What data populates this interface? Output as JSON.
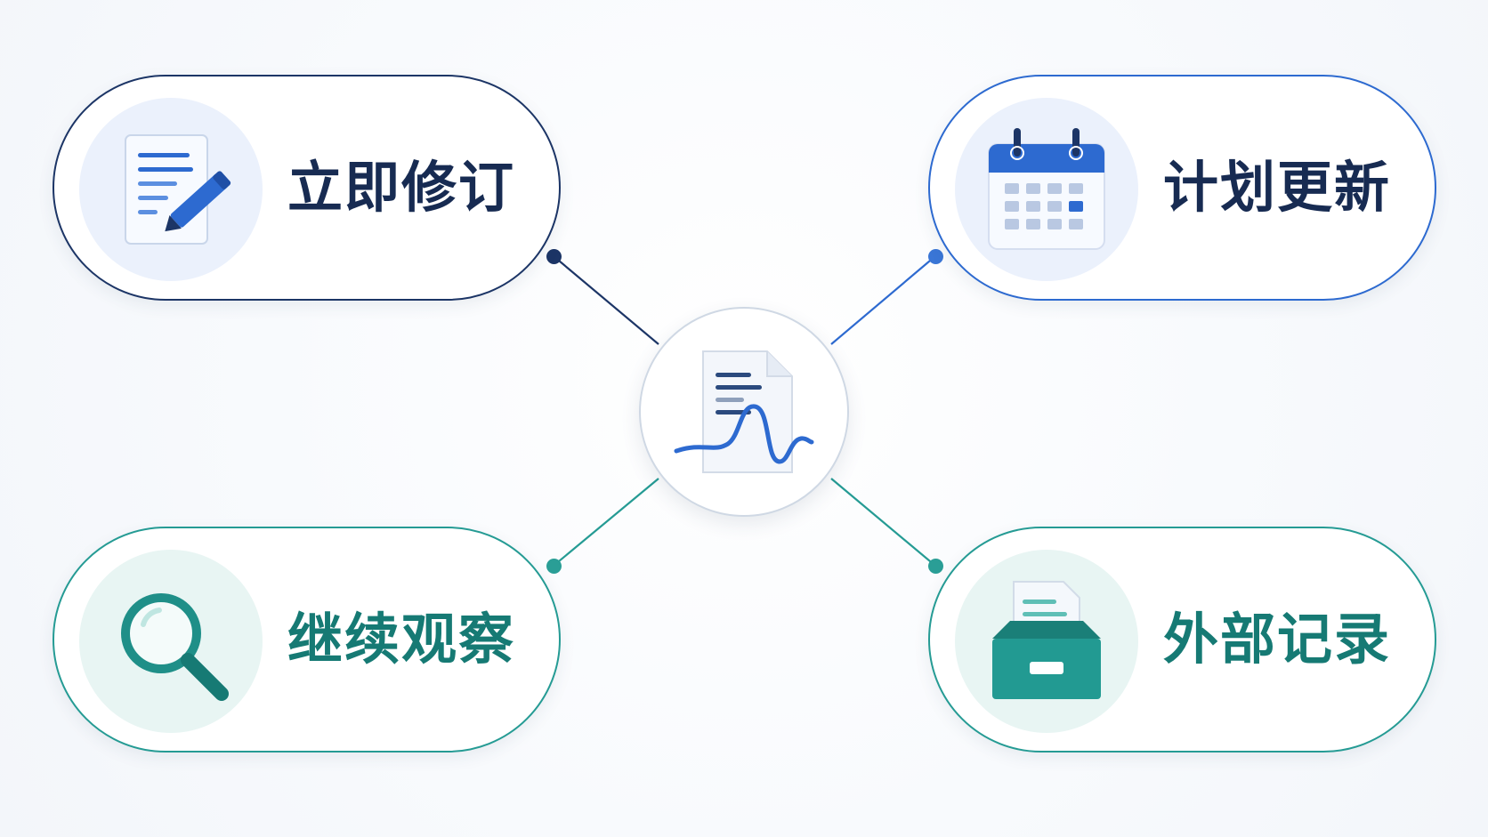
{
  "center": {
    "icon": "document-waveform-icon"
  },
  "nodes": [
    {
      "label": "立即修订",
      "icon": "document-edit-icon",
      "accent": "#1c3566"
    },
    {
      "label": "计划更新",
      "icon": "calendar-icon",
      "accent": "#2d6ad0"
    },
    {
      "label": "继续观察",
      "icon": "magnifier-icon",
      "accent": "#259b94"
    },
    {
      "label": "外部记录",
      "icon": "archive-box-icon",
      "accent": "#259b94"
    }
  ]
}
